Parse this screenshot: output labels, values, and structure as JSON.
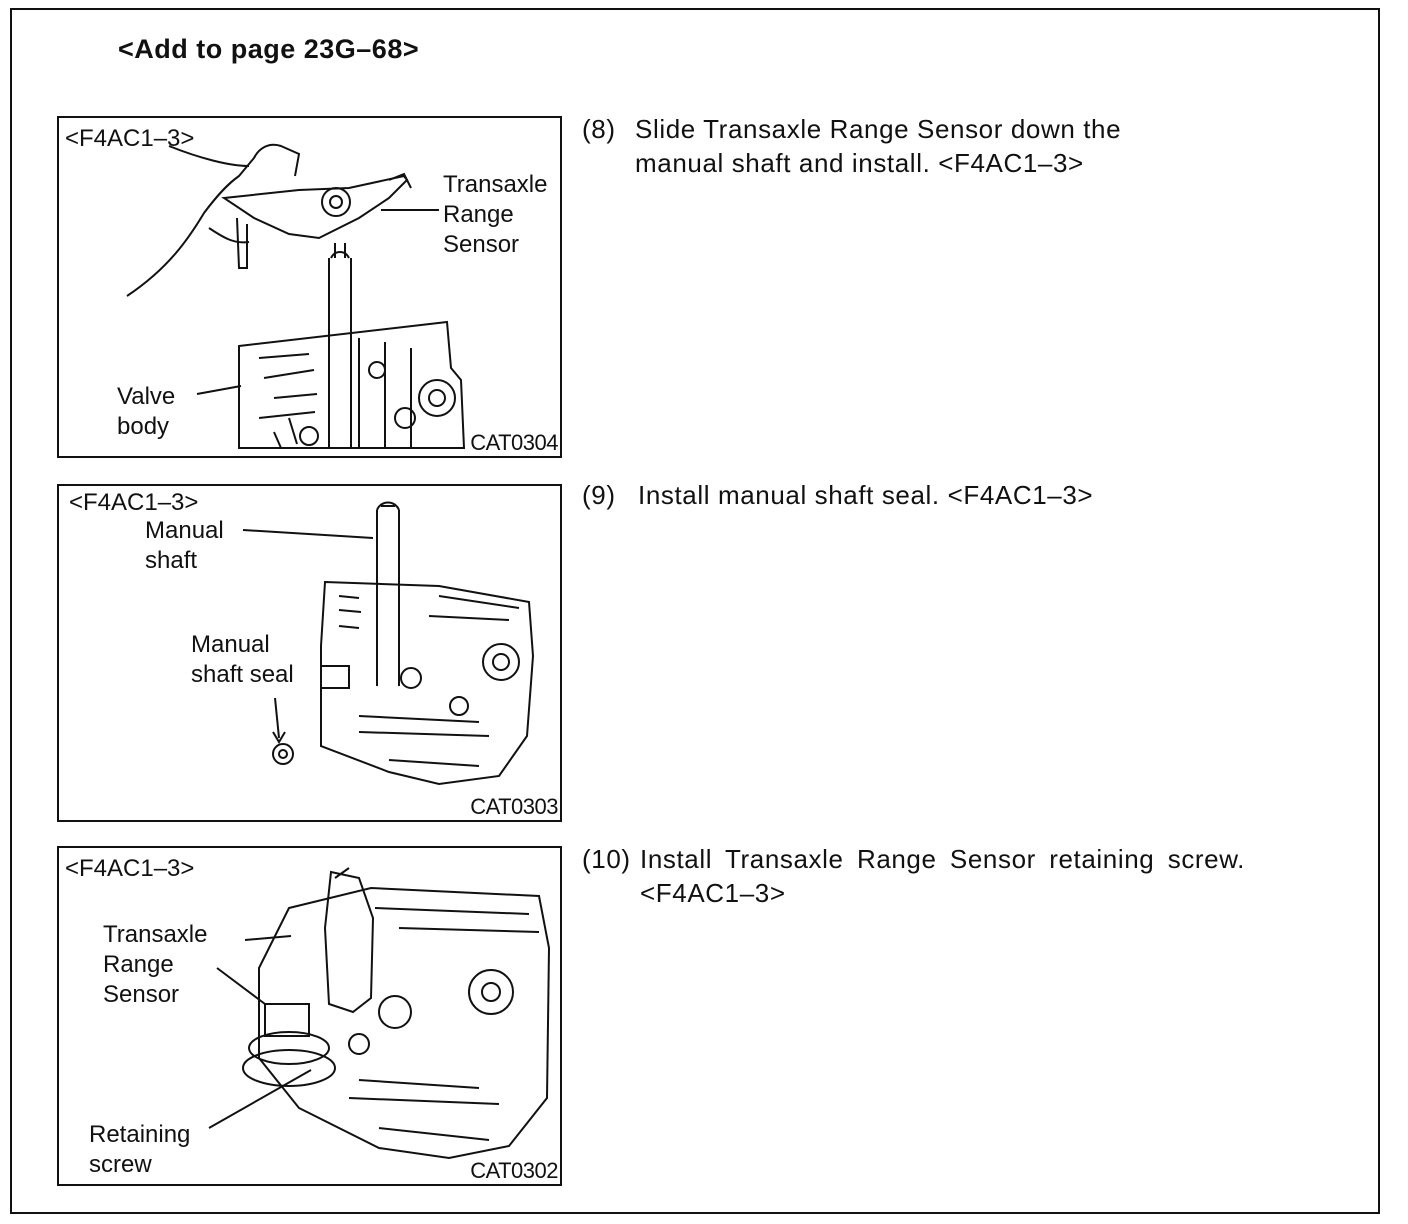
{
  "header": "<Add to page 23G–68>",
  "figures": [
    {
      "tag": "<F4AC1–3>",
      "labels": [
        "Transaxle\nRange\nSensor",
        "Valve\nbody"
      ],
      "code": "CAT0304"
    },
    {
      "tag": "<F4AC1–3>",
      "labels": [
        "Manual\nshaft",
        "Manual\nshaft seal"
      ],
      "code": "CAT0303"
    },
    {
      "tag": "<F4AC1–3>",
      "labels": [
        "Transaxle\nRange\nSensor",
        "Retaining\nscrew"
      ],
      "code": "CAT0302"
    }
  ],
  "steps": [
    {
      "number": "(8)",
      "text": "Slide Transaxle Range Sensor down the manual shaft and install. <F4AC1–3>"
    },
    {
      "number": "(9)",
      "text": "Install manual shaft seal. <F4AC1–3>"
    },
    {
      "number": "(10)",
      "text": "Install Transaxle Range Sensor retaining screw. <F4AC1–3>"
    }
  ]
}
